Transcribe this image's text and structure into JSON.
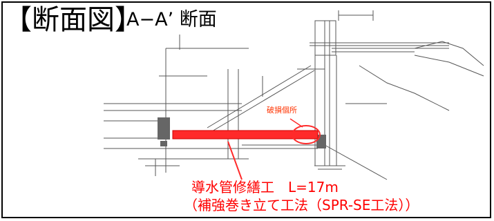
{
  "title": {
    "main": "【断面図】",
    "sub": "A−A’ 断面"
  },
  "annotation": {
    "damage_location": "破損個所",
    "work_name": "導水管修繕工　L=17m",
    "method": "（補強巻き立て工法（SPR-SE工法））"
  },
  "colors": {
    "highlight": "#ff0000",
    "frame": "#000000",
    "drawing_line": "#555555"
  }
}
